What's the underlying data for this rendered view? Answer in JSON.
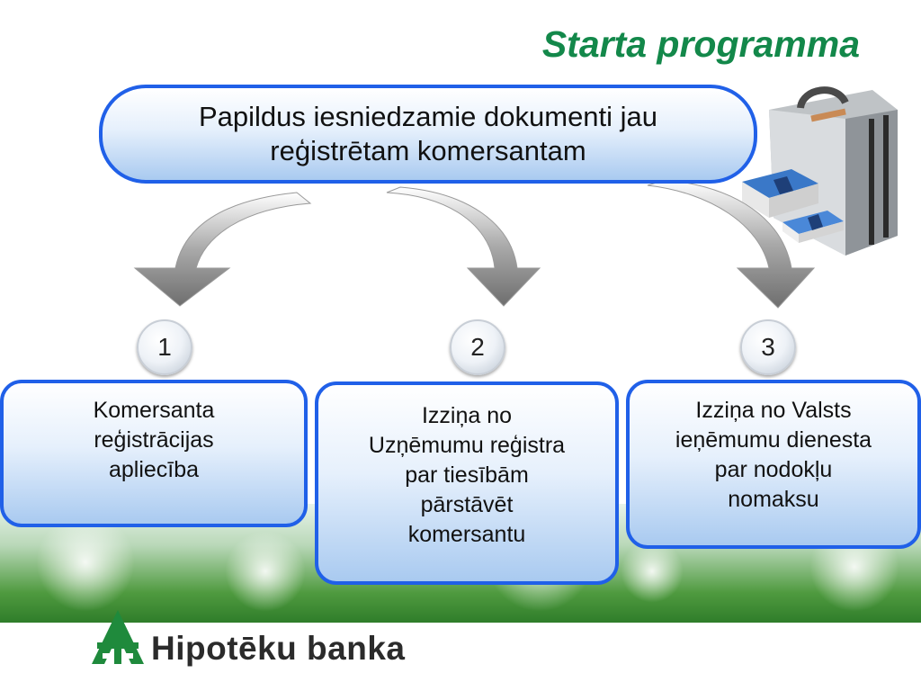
{
  "title": "Starta programma",
  "main_box": {
    "line1": "Papildus iesniedzamie dokumenti jau",
    "line2": "reģistrētam komersantam"
  },
  "steps": [
    {
      "number": "1",
      "lines": [
        "Komersanta",
        "reģistrācijas",
        "apliecība"
      ]
    },
    {
      "number": "2",
      "lines": [
        "Izziņa no",
        "Uzņēmumu reģistra",
        "par tiesībām",
        "pārstāvēt",
        "komersantu"
      ]
    },
    {
      "number": "3",
      "lines": [
        "Izziņa no Valsts",
        "ieņēmumu dienesta",
        "par nodokļu",
        "nomaksu"
      ]
    }
  ],
  "logo": {
    "name": "Hipotēku banka",
    "icon": "hb-logo-icon"
  },
  "decoration": {
    "icon": "briefcase-money-icon"
  },
  "colors": {
    "title": "#13884a",
    "box_border": "#2060e8",
    "arrow": "#8a8a8a"
  }
}
